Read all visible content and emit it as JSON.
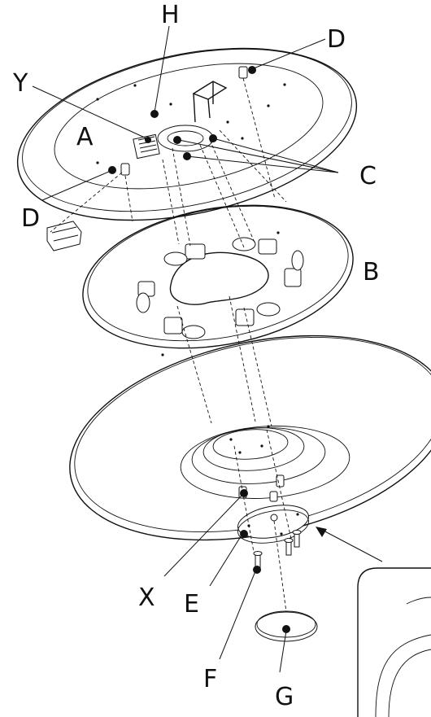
{
  "labels": {
    "a": "A",
    "b": "B",
    "c": "C",
    "d_top": "D",
    "d_left": "D",
    "e": "E",
    "f": "F",
    "g": "G",
    "h": "H",
    "x": "X",
    "y": "Y"
  },
  "colors": {
    "line": "#111111",
    "background": "#ffffff"
  }
}
